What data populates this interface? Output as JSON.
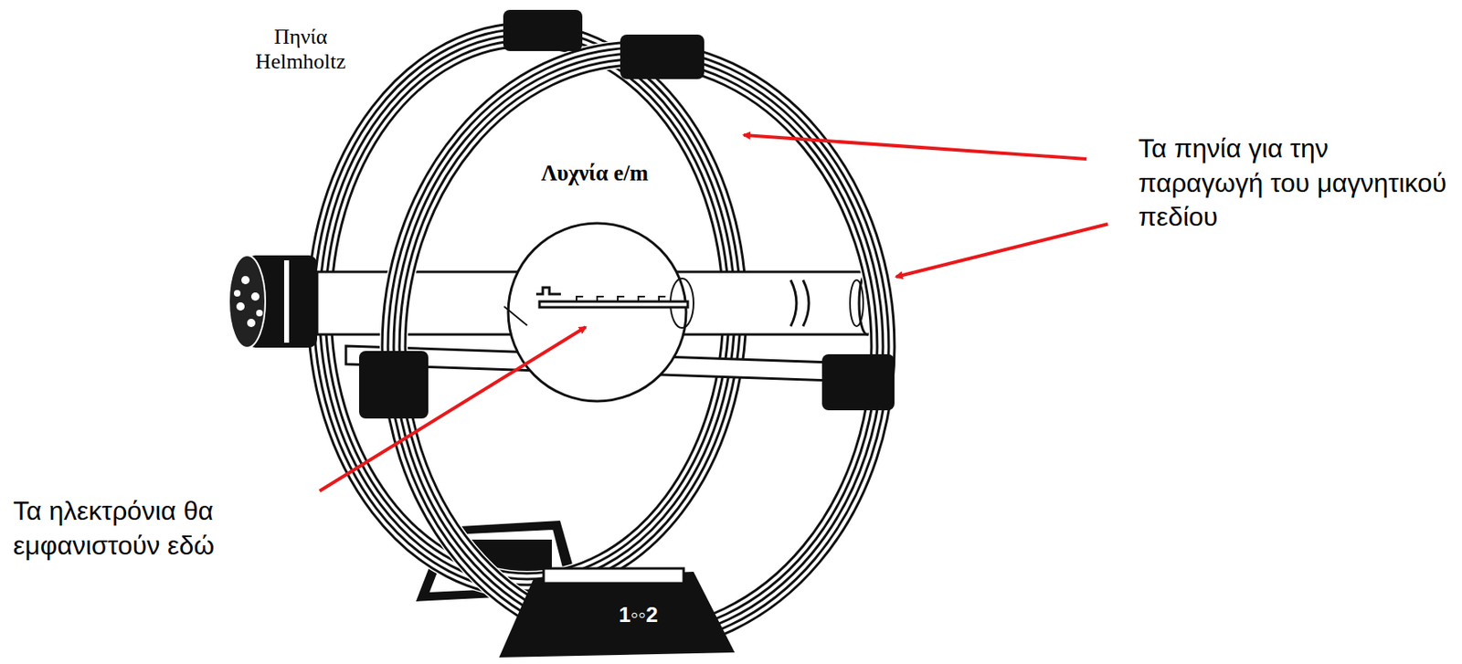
{
  "diagram": {
    "labels": [
      "Πηνία Helmholtz",
      "Λυχνία e/m",
      "Τα πηνία για την παραγωγή του μαγνητικού πεδίου",
      "Τα ηλεκτρόνια θα εμφανιστούν εδώ",
      "1◦◦2"
    ]
  }
}
